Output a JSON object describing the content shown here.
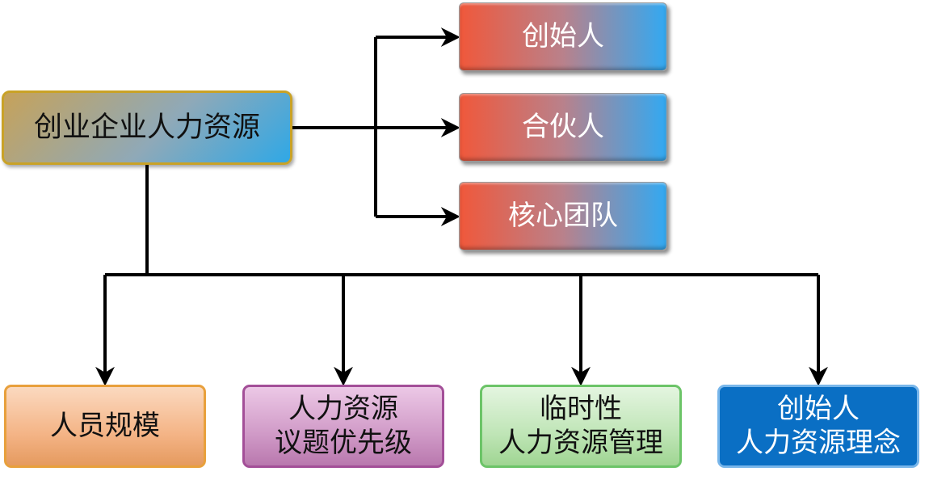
{
  "diagram": {
    "root": {
      "label": "创业企业人力资源"
    },
    "team_members": [
      {
        "label": "创始人"
      },
      {
        "label": "合伙人"
      },
      {
        "label": "核心团队"
      }
    ],
    "topics": [
      {
        "lines": [
          "人员规模"
        ]
      },
      {
        "lines": [
          "人力资源",
          "议题优先级"
        ]
      },
      {
        "lines": [
          "临时性",
          "人力资源管理"
        ]
      },
      {
        "lines": [
          "创始人",
          "人力资源理念"
        ]
      }
    ],
    "colors": {
      "member_gradient": [
        "#f0583b",
        "#32a9f2"
      ],
      "topic_orange": "#f4b486",
      "topic_purple": "#d09ac7",
      "topic_green": "#bfe5b6",
      "topic_blue": "#0a6fc4",
      "connector": "#000000"
    }
  }
}
